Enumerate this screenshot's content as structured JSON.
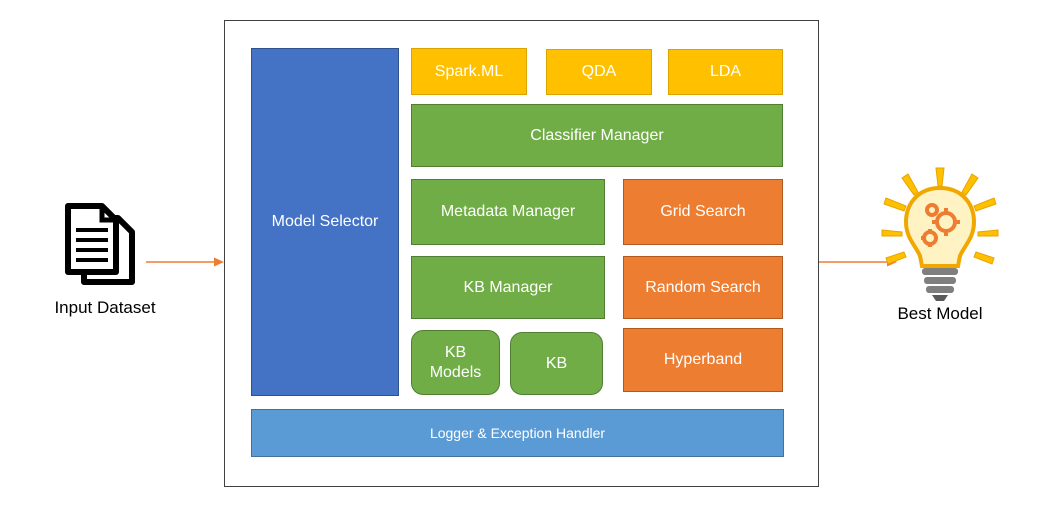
{
  "colors": {
    "model_selector": "#4472C4",
    "logger": "#5B9BD5",
    "classifiers": "#FFC000",
    "managers": "#70AD47",
    "search": "#ED7D31",
    "arrow": "#ED7D31"
  },
  "icons": {
    "input": "documents-icon",
    "output": "lightbulb-gears-icon"
  },
  "input_label": "Input Dataset",
  "output_label": "Best Model",
  "model_selector": "Model Selector",
  "classifiers": {
    "spark": "Spark.ML",
    "qda": "QDA",
    "lda": "LDA"
  },
  "classifier_manager": "Classifier Manager",
  "metadata_manager": "Metadata Manager",
  "kb_manager": "KB Manager",
  "kb_models": "KB Models",
  "kb": "KB",
  "grid_search": "Grid Search",
  "random_search": "Random Search",
  "hyperband": "Hyperband",
  "logger": "Logger & Exception Handler"
}
